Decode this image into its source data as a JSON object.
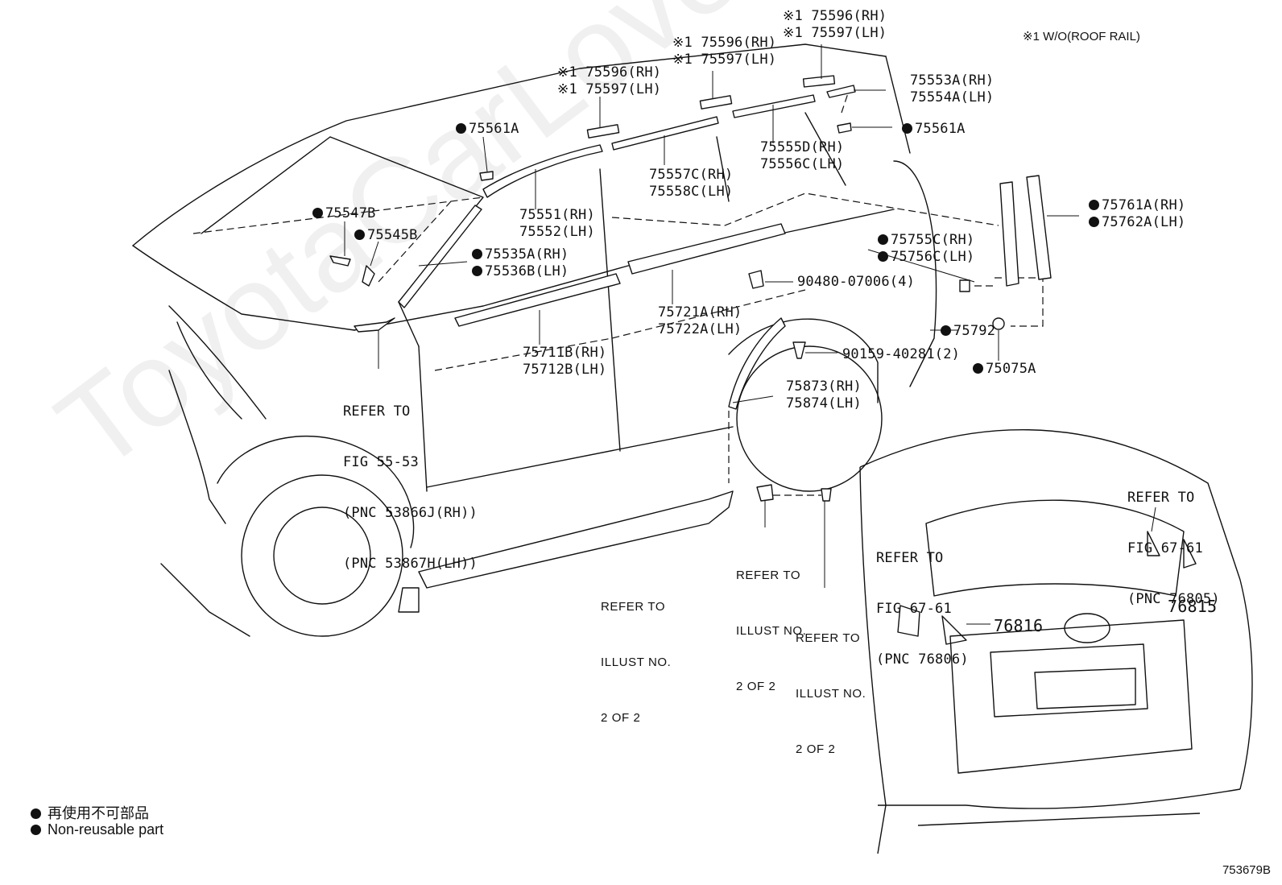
{
  "footnote": "※1 W/O(ROOF RAIL)",
  "watermark": "ToyotaCarLover.ru",
  "figure_number": "753679B",
  "legend": {
    "ja": "再使用不可部品",
    "en": "Non-reusable part"
  },
  "labels": {
    "l_75596_rh_top": "※1 75596(RH)",
    "l_75597_lh_top": "※1 75597(LH)",
    "l_75596_rh_mid": "※1 75596(RH)",
    "l_75597_lh_mid": "※1 75597(LH)",
    "l_75596_rh_left": "※1 75596(RH)",
    "l_75597_lh_left": "※1 75597(LH)",
    "l_75553a": "75553A(RH)",
    "l_75554a": "75554A(LH)",
    "l_75561a_left": "75561A",
    "l_75561a_right": "75561A",
    "l_75555d": "75555D(RH)",
    "l_75556c": "75556C(LH)",
    "l_75557c": "75557C(RH)",
    "l_75558c": "75558C(LH)",
    "l_75551": "75551(RH)",
    "l_75552": "75552(LH)",
    "l_75547b": "75547B",
    "l_75545b": "75545B",
    "l_75535a": "75535A(RH)",
    "l_75536b": "75536B(LH)",
    "l_75761a": "75761A(RH)",
    "l_75762a": "75762A(LH)",
    "l_75755c": "75755C(RH)",
    "l_75756c": "75756C(LH)",
    "l_90480": "90480-07006(4)",
    "l_75721a": "75721A(RH)",
    "l_75722a": "75722A(LH)",
    "l_75711b": "75711B(RH)",
    "l_75712b": "75712B(LH)",
    "l_75792": "75792",
    "l_75075a": "75075A",
    "l_90159": "90159-40281(2)",
    "l_75873": "75873(RH)",
    "l_75874": "75874(LH)",
    "l_76816": "76816",
    "l_76815": "76815"
  },
  "refs": {
    "r_fig55_1": "REFER TO",
    "r_fig55_2": "FIG 55-53",
    "r_fig55_3": "(PNC 53866J(RH))",
    "r_fig55_4": "(PNC 53867H(LH))",
    "r_illust_a1": "REFER TO",
    "r_illust_a2": "ILLUST NO.",
    "r_illust_a3": "2 OF 2",
    "r_illust_b1": "REFER TO",
    "r_illust_b2": "ILLUST NO.",
    "r_illust_b3": "2 OF 2",
    "r_illust_c1": "REFER TO",
    "r_illust_c2": "ILLUST NO.",
    "r_illust_c3": "2 OF 2",
    "r_fig67a_1": "REFER TO",
    "r_fig67a_2": "FIG 67-61",
    "r_fig67a_3": "(PNC 76806)",
    "r_fig67b_1": "REFER TO",
    "r_fig67b_2": "FIG 67-61",
    "r_fig67b_3": "(PNC 76805)"
  }
}
